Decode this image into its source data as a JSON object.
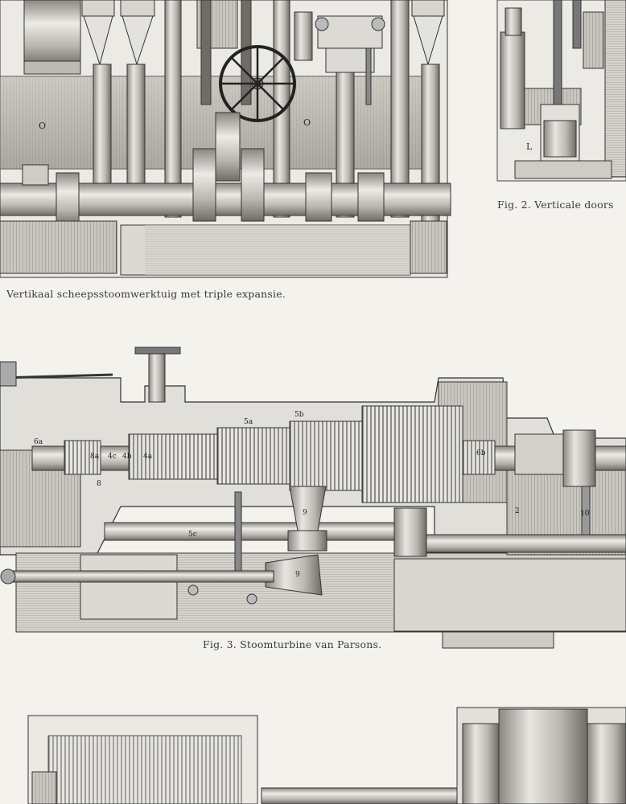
{
  "captions": {
    "fig1": "Vertikaal scheepsstoomwerktuig met triple expansie.",
    "fig2": "Fig. 2.  Verticale doors",
    "fig3": "Fig. 3. Stoomturbine van Parsons."
  },
  "labels": {
    "fig1_left_o": "O",
    "fig1_right_o": "O",
    "fig2_l": "L",
    "fig3": {
      "l6a": "6a",
      "l8a": "8a",
      "l4c": "4c",
      "l4b": "4b",
      "l4a": "4a",
      "l8": "8",
      "l5a": "5a",
      "l5b": "5b",
      "l5c": "5c",
      "l9a": "9",
      "l9b": "9",
      "l6b": "6b",
      "l2": "2",
      "l10": "10"
    }
  },
  "colors": {
    "ink": "#2b2b2b",
    "paper": "#f4f2ed",
    "metal_light": "#d9d7d1",
    "metal_mid": "#b8b5ad",
    "metal_dark": "#7c7973"
  }
}
